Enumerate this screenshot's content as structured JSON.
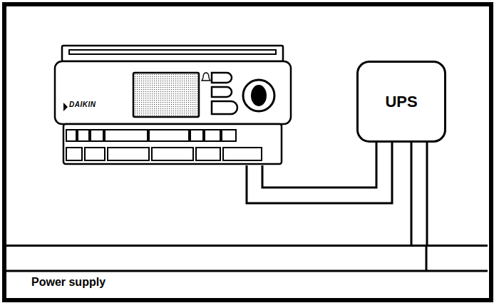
{
  "diagram": {
    "nodes": [
      {
        "text": [
          "DAIKIN"
        ]
      },
      {
        "text": [
          "UPS"
        ]
      },
      {
        "text": [
          "Power supply"
        ]
      }
    ],
    "edges": [
      {
        "from": 0,
        "to": 1,
        "arrow": "none"
      },
      {
        "from": 1,
        "to": 2,
        "arrow": "none"
      }
    ]
  }
}
